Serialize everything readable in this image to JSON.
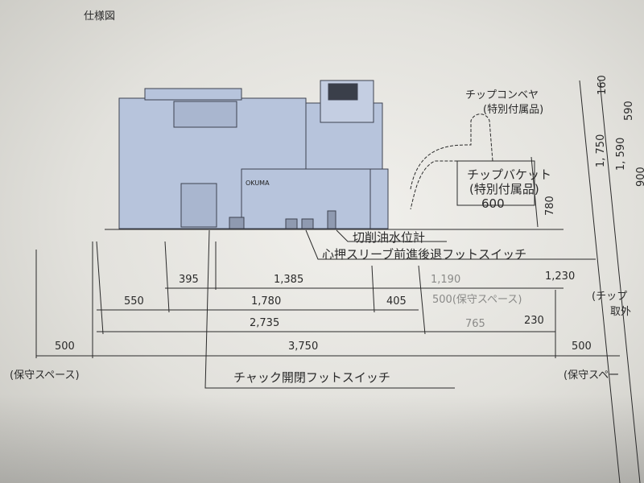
{
  "page_title": "仕様図",
  "machine_brand": "OKUMA",
  "labels": {
    "chip_conveyor": "チップコンベヤ",
    "chip_conveyor_note": "(特別付属品)",
    "chip_bucket": "チップバケット",
    "chip_bucket_note": "(特別付属品)",
    "coolant_gauge": "切削油水位計",
    "tailstock_switch": "心押スリーブ前進後退フットスイッチ",
    "chuck_switch": "チャック開閉フットスイッチ",
    "maint_left": "(保守スペース)",
    "maint_mid": "500(保守スペース)",
    "maint_right": "(保守スペー",
    "chip_remove_1": "(チップ",
    "chip_remove_2": "取外"
  },
  "dimensions": {
    "d600": "600",
    "d780": "780",
    "d1750": "1, 750",
    "d1590": "1, 590",
    "d590": "590",
    "d160": "160",
    "d900": "900",
    "d395": "395",
    "d1385": "1,385",
    "d1190": "1,190",
    "d1230": "1,230",
    "d550": "550",
    "d1780": "1,780",
    "d405": "405",
    "d2735": "2,735",
    "d765": "765",
    "d230": "230",
    "d500l": "500",
    "d3750": "3,750",
    "d500r": "500"
  },
  "colors": {
    "machine": "#b7c4dc",
    "line": "#2a2a2a"
  }
}
